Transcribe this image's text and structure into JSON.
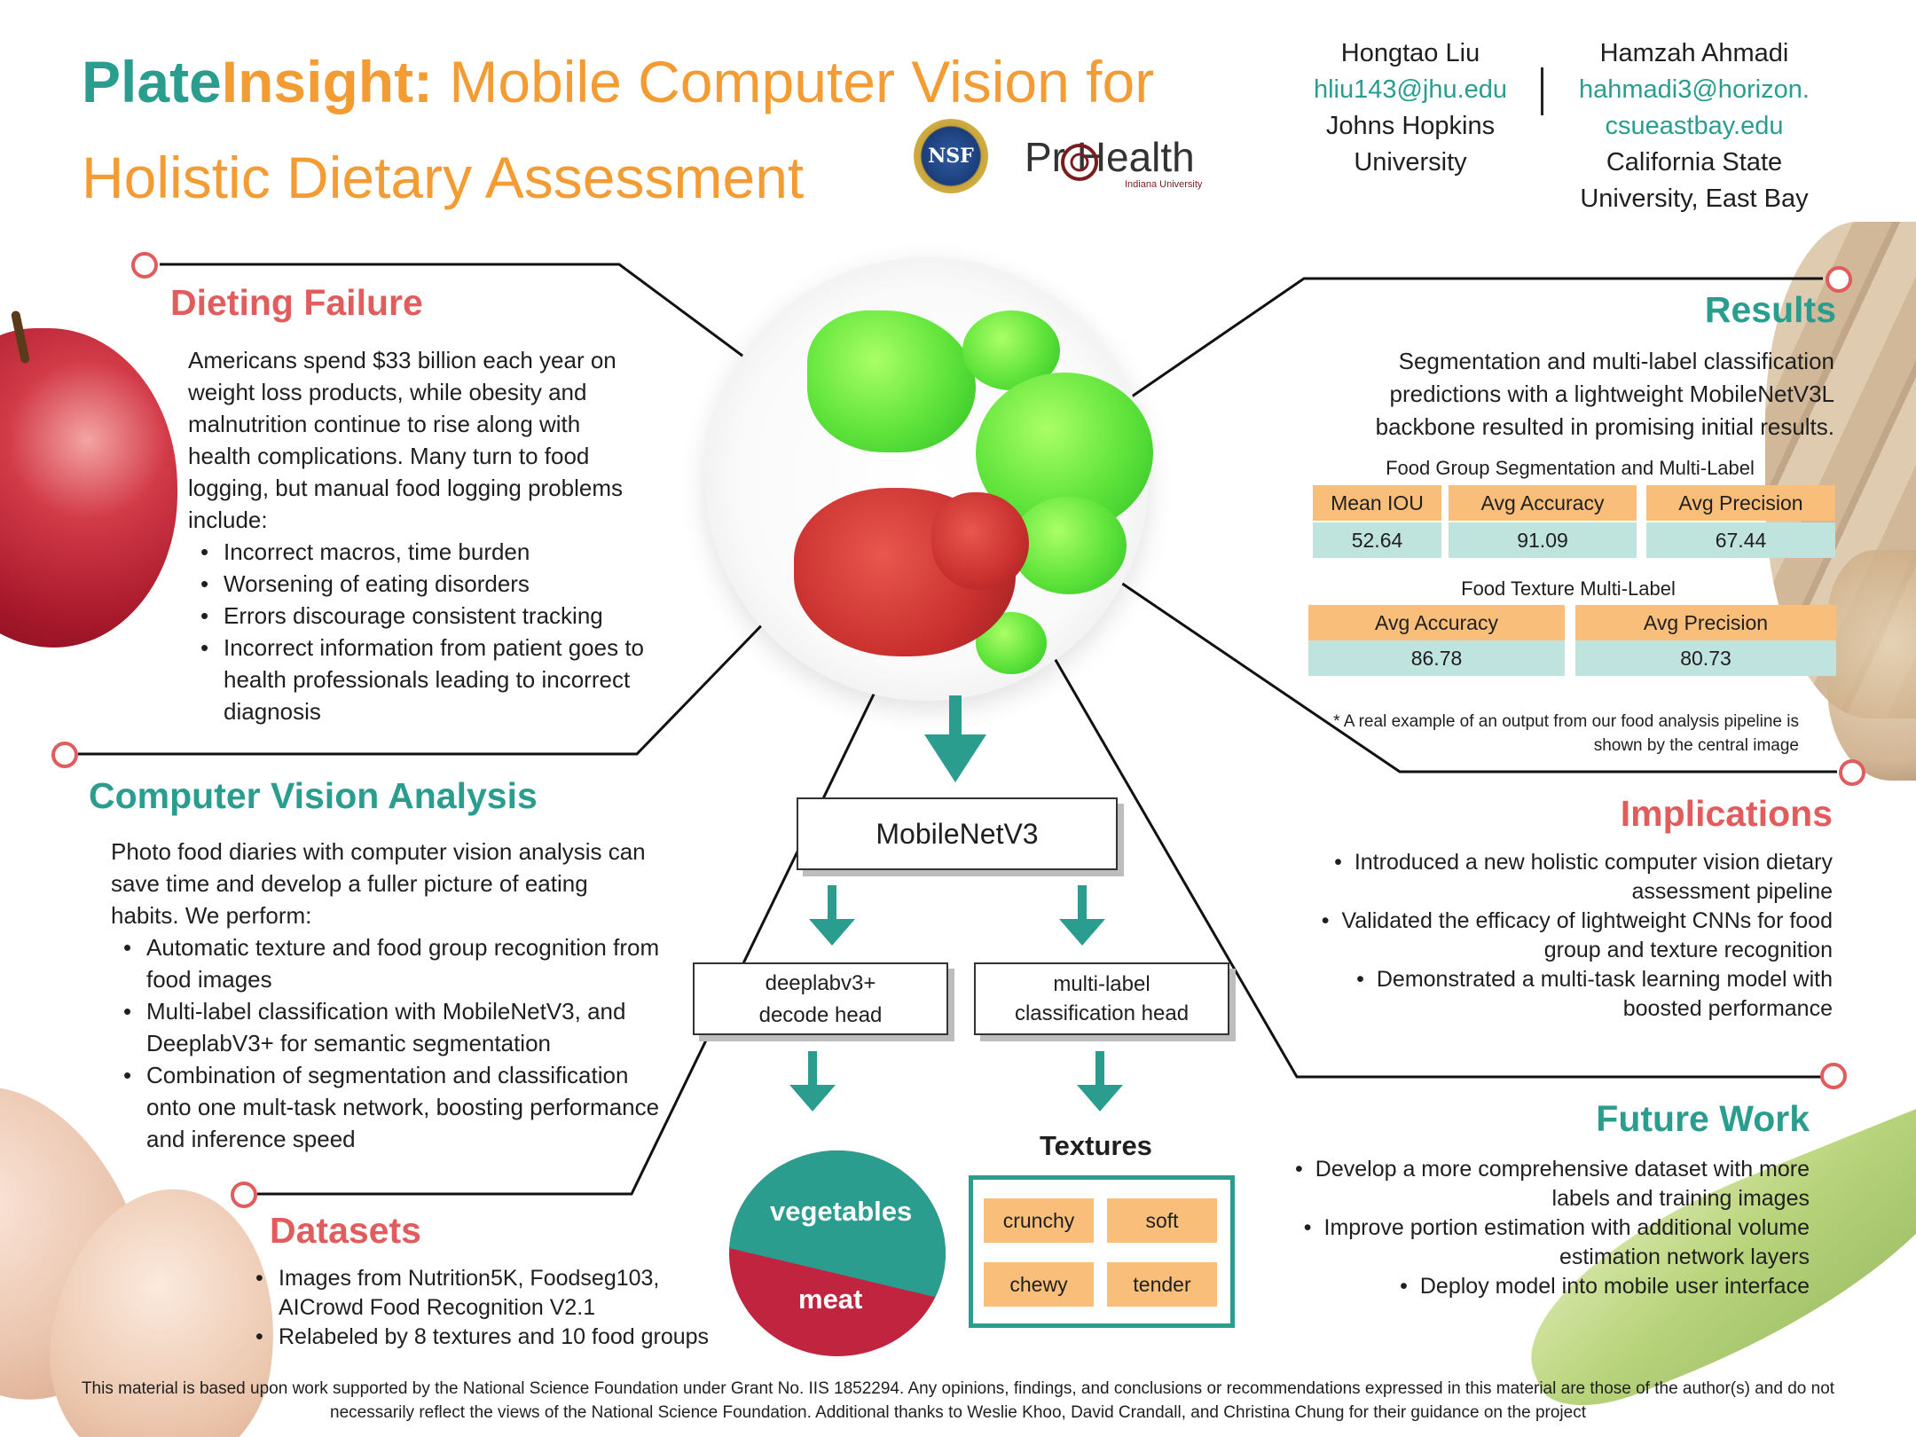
{
  "title": {
    "part1": "Plate",
    "part2": "Insight:",
    "part3": " Mobile Computer Vision for",
    "line2": "Holistic Dietary Assessment"
  },
  "logos": {
    "nsf": "NSF",
    "prohealth": "Pr  Health",
    "prohealth_sub": "Indiana University"
  },
  "authors": [
    {
      "name": "Hongtao Liu",
      "email": "hliu143@jhu.edu",
      "affil1": "Johns Hopkins",
      "affil2": "University"
    },
    {
      "name": "Hamzah Ahmadi",
      "email1": "hahmadi3@horizon.",
      "email2": "csueastbay.edu",
      "affil1": "California State",
      "affil2": "University, East Bay"
    }
  ],
  "dieting": {
    "heading": "Dieting Failure",
    "intro": "Americans spend $33 billion each year on weight loss products, while obesity and malnutrition continue to rise along with health complications. Many turn to food logging, but manual food logging problems include:",
    "bullets": [
      "Incorrect macros, time burden",
      "Worsening of eating disorders",
      "Errors discourage consistent tracking",
      "Incorrect information from patient goes to health professionals leading to incorrect diagnosis"
    ]
  },
  "cv": {
    "heading": "Computer Vision Analysis",
    "intro": "Photo food diaries with computer vision analysis can save time and develop a fuller picture of eating habits. We perform:",
    "bullets": [
      "Automatic texture and food group recognition from food images",
      "Multi-label classification with MobileNetV3, and DeeplabV3+ for semantic segmentation",
      "Combination of segmentation and classification onto one mult-task network, boosting performance and inference speed"
    ]
  },
  "datasets": {
    "heading": "Datasets",
    "bullets": [
      "Images from Nutrition5K, Foodseg103, AICrowd Food Recognition V2.1",
      "Relabeled by 8 textures and 10 food groups"
    ]
  },
  "results": {
    "heading": "Results",
    "intro": "Segmentation and multi-label classification predictions with a lightweight MobileNetV3L backbone resulted in promising initial results.",
    "table1": {
      "caption": "Food Group Segmentation and Multi-Label",
      "headers": [
        "Mean IOU",
        "Avg Accuracy",
        "Avg Precision"
      ],
      "values": [
        "52.64",
        "91.09",
        "67.44"
      ]
    },
    "table2": {
      "caption": "Food Texture Multi-Label",
      "headers": [
        "Avg Accuracy",
        "Avg Precision"
      ],
      "values": [
        "86.78",
        "80.73"
      ]
    },
    "note": "* A real example of an output from our food analysis pipeline is  shown by the central image"
  },
  "implications": {
    "heading": "Implications",
    "bullets": [
      "Introduced a new holistic computer vision dietary assessment pipeline",
      "Validated the efficacy of lightweight CNNs for food group and texture recognition",
      "Demonstrated a multi-task learning model with boosted performance"
    ]
  },
  "future": {
    "heading": "Future Work",
    "bullets": [
      "Develop a more comprehensive dataset with more labels and training images",
      "Improve portion estimation with additional volume estimation network layers",
      "Deploy model into mobile user interface"
    ]
  },
  "pipeline": {
    "backbone": "MobileNetV3",
    "head1_line1": "deeplabv3+",
    "head1_line2": "decode head",
    "head2_line1": "multi-label",
    "head2_line2": "classification head",
    "pie_labels": [
      "vegetables",
      "meat"
    ],
    "textures_title": "Textures",
    "textures": [
      "crunchy",
      "soft",
      "chewy",
      "tender"
    ]
  },
  "colors": {
    "teal": "#2a9d8f",
    "orange": "#f39c33",
    "red": "#e15c5c",
    "meat": "#c0243f"
  },
  "footer": "This material is based upon work supported by the National Science Foundation under Grant No. IIS 1852294. Any opinions, findings, and conclusions or recommendations expressed in this material are those of the author(s) and do not necessarily reflect the views of the National Science Foundation. Additional thanks to Weslie Khoo, David Crandall, and Christina Chung for their guidance on the project"
}
